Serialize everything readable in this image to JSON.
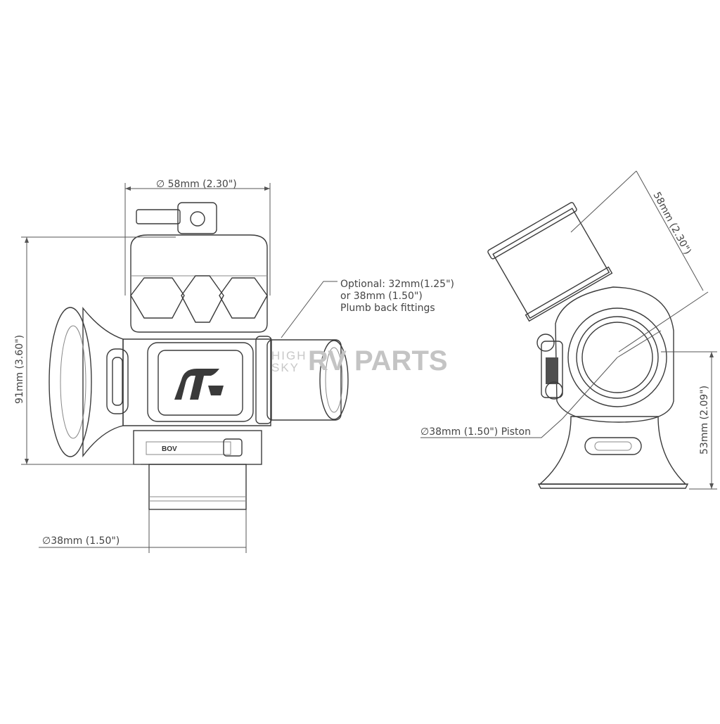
{
  "dimensions": {
    "top_diameter": "∅ 58mm (2.30\")",
    "height": "91mm (3.60\")",
    "inlet_diameter": "∅38mm (1.50\")",
    "side_length": "58mm (2.30\")",
    "piston_diameter": "∅38mm (1.50\") Piston",
    "side_height": "53mm (2.09\")"
  },
  "note": {
    "line1": "Optional: 32mm(1.25\")",
    "line2": "or 38mm (1.50\")",
    "line3": "Plumb back fittings"
  },
  "watermark": {
    "line1": "HIGH",
    "line2": "SKY",
    "brand": "RV PARTS"
  },
  "part_label": "BOV",
  "colors": {
    "outline": "#3b3b3b",
    "metal_light": "#dcdcdc",
    "metal_mid": "#9a9a9a",
    "metal_dark": "#5a5a5a"
  },
  "icons": {
    "logo": "turbosmart-logo-icon"
  }
}
